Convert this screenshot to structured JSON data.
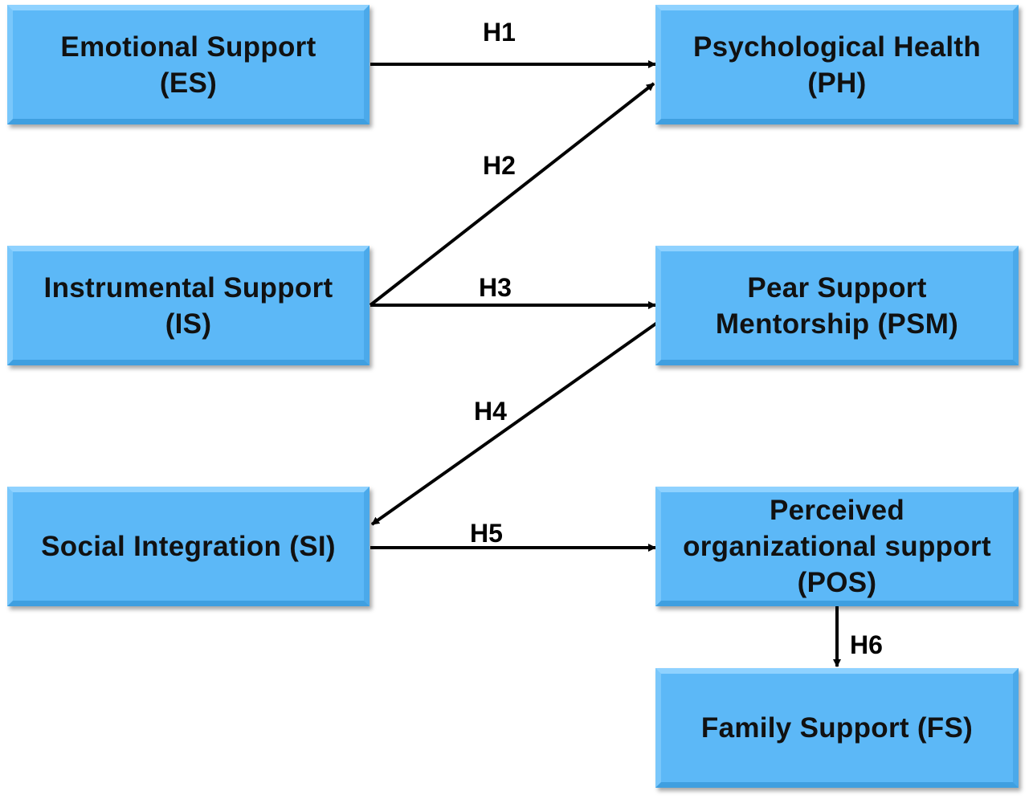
{
  "nodes": {
    "es": {
      "label": "Emotional Support\n(ES)"
    },
    "ph": {
      "label": "Psychological Health\n(PH)"
    },
    "is": {
      "label": "Instrumental Support\n(IS)"
    },
    "psm": {
      "label": "Pear Support\nMentorship (PSM)"
    },
    "si": {
      "label": "Social Integration (SI)"
    },
    "pos": {
      "label": "Perceived\norganizational support\n(POS)"
    },
    "fs": {
      "label": "Family Support (FS)"
    }
  },
  "edges": [
    {
      "id": "h1",
      "label": "H1",
      "from": "es",
      "to": "ph"
    },
    {
      "id": "h2",
      "label": "H2",
      "from": "is",
      "to": "ph"
    },
    {
      "id": "h3",
      "label": "H3",
      "from": "is",
      "to": "psm"
    },
    {
      "id": "h4",
      "label": "H4",
      "from": "psm",
      "to": "si"
    },
    {
      "id": "h5",
      "label": "H5",
      "from": "si",
      "to": "pos"
    },
    {
      "id": "h6",
      "label": "H6",
      "from": "pos",
      "to": "fs"
    }
  ],
  "colors": {
    "box_fill": "#5cb8f7",
    "arrow": "#000000"
  }
}
